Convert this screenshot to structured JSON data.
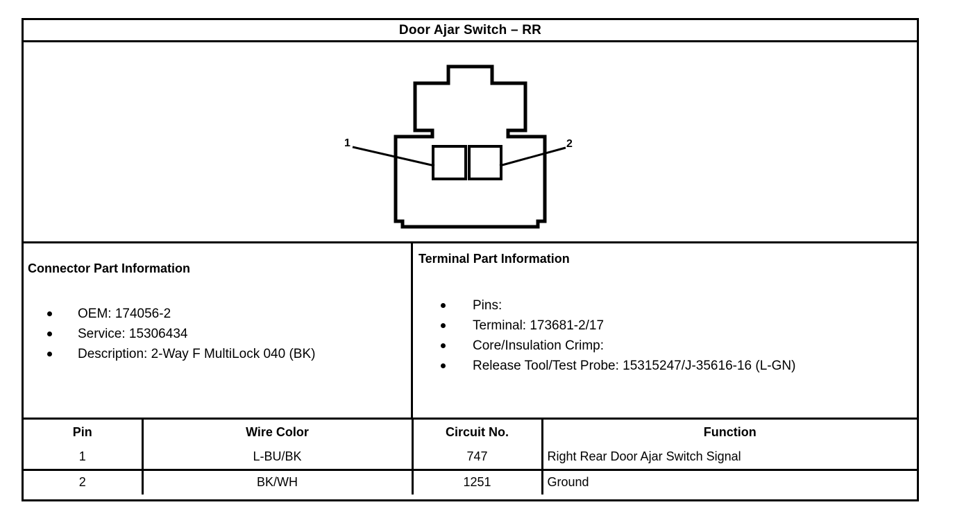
{
  "header": {
    "title": "Door Ajar Switch – RR"
  },
  "diagram": {
    "name": "connector-face-view",
    "pin_labels": [
      {
        "label": "1",
        "position": "left"
      },
      {
        "label": "2",
        "position": "right"
      }
    ],
    "cavity_count": 2,
    "line_color": "#000000",
    "fill_color": "#ffffff"
  },
  "connector_panel": {
    "title": "Connector Part Information",
    "items": [
      "OEM: 174056-2",
      "Service: 15306434",
      "Description: 2-Way F MultiLock 040 (BK)"
    ]
  },
  "terminal_panel": {
    "title": "Terminal Part Information",
    "items": [
      "Pins:",
      "Terminal: 173681-2/17",
      "Core/Insulation Crimp:",
      "Release Tool/Test Probe: 15315247/J-35616-16 (L-GN)"
    ]
  },
  "pin_table": {
    "columns": [
      "Pin",
      "Wire Color",
      "Circuit No.",
      "Function"
    ],
    "rows": [
      {
        "pin": "1",
        "wire_color": "L-BU/BK",
        "circuit_no": "747",
        "function": "Right Rear Door Ajar Switch Signal"
      },
      {
        "pin": "2",
        "wire_color": "BK/WH",
        "circuit_no": "1251",
        "function": "Ground"
      }
    ]
  }
}
